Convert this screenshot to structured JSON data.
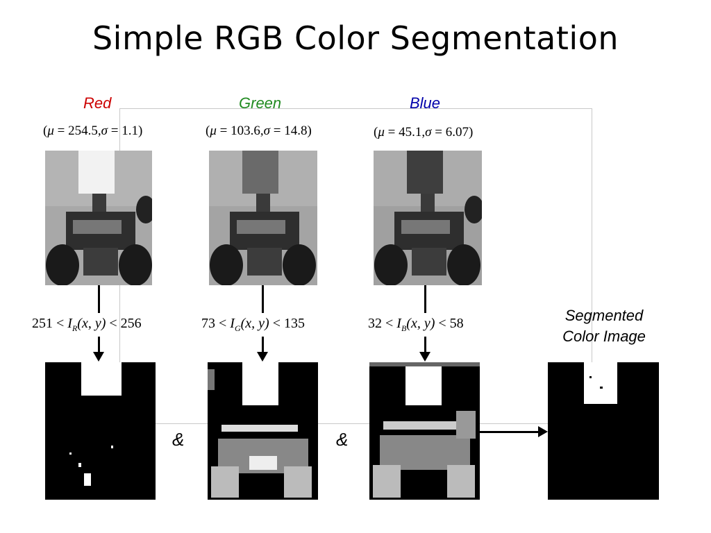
{
  "slide": {
    "title": "Simple RGB Color Segmentation"
  },
  "channels": [
    {
      "name": "Red",
      "color": "#cc0000",
      "mu": "254.5",
      "sigma": "1.1",
      "low": "251",
      "sub": "R",
      "high": "256"
    },
    {
      "name": "Green",
      "color": "#228b22",
      "mu": "103.6",
      "sigma": "14.8",
      "low": "73",
      "sub": "G",
      "high": "135"
    },
    {
      "name": "Blue",
      "color": "#0000aa",
      "mu": "45.1",
      "sigma": "6.07",
      "low": "32",
      "sub": "B",
      "high": "58"
    }
  ],
  "operators": {
    "and_1": "&",
    "and_2": "&"
  },
  "result": {
    "label_line1": "Segmented",
    "label_line2": "Color Image"
  },
  "common": {
    "mu_symbol": "μ",
    "sigma_symbol": "σ",
    "I": "I",
    "xy": "(x, y)"
  }
}
